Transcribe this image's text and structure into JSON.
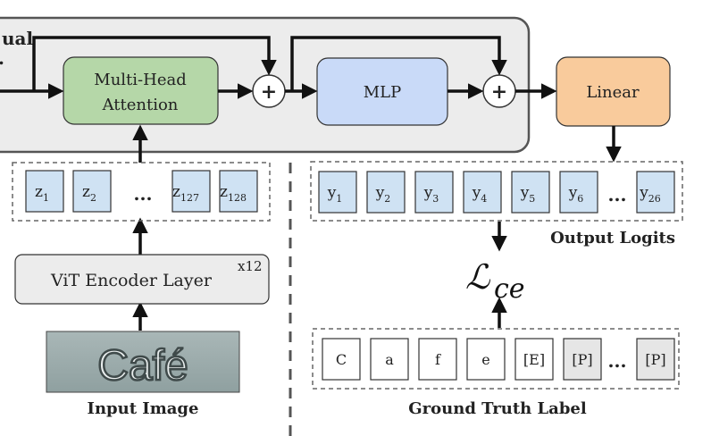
{
  "decoder_block": {
    "title_line1": "ual",
    "title_line2": ".",
    "attention_label_line1": "Multi-Head",
    "attention_label_line2": "Attention",
    "mlp_label": "MLP",
    "plus_symbol": "+"
  },
  "linear_label": "Linear",
  "encoder": {
    "tokens": [
      {
        "base": "z",
        "sub": "1"
      },
      {
        "base": "z",
        "sub": "2"
      },
      {
        "base": "z",
        "sub": "127"
      },
      {
        "base": "z",
        "sub": "128"
      }
    ],
    "ellipsis": "...",
    "layer_label": "ViT Encoder Layer",
    "layer_repeat": "x12",
    "input_image_text": "Café",
    "input_caption": "Input Image"
  },
  "outputs": {
    "logits": [
      {
        "base": "y",
        "sub": "1"
      },
      {
        "base": "y",
        "sub": "2"
      },
      {
        "base": "y",
        "sub": "3"
      },
      {
        "base": "y",
        "sub": "4"
      },
      {
        "base": "y",
        "sub": "5"
      },
      {
        "base": "y",
        "sub": "6"
      },
      {
        "base": "y",
        "sub": "26"
      }
    ],
    "ellipsis": "...",
    "caption": "Output Logits"
  },
  "loss": {
    "main": "ℒ",
    "sub": "ce"
  },
  "ground_truth": {
    "tokens": [
      "C",
      "a",
      "f",
      "e",
      "[E]",
      "[P]",
      "[P]"
    ],
    "ellipsis": "...",
    "caption": "Ground Truth Label"
  },
  "colors": {
    "block_bg": "#ececec",
    "attention": "#b5d7a8",
    "mlp": "#c9daf8",
    "linear": "#f9cb9c",
    "token": "#cfe2f3",
    "pad": "#e6e6e6"
  }
}
